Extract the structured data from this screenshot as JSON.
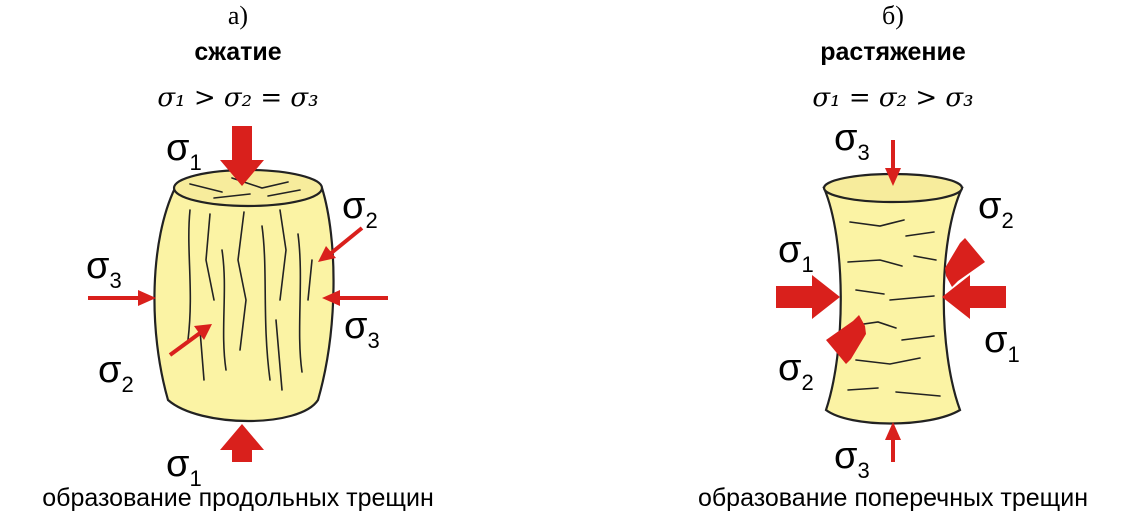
{
  "panels": [
    {
      "letter": "а)",
      "title": "сжатие",
      "formula": "σ₁ > σ₂ = σ₃",
      "caption": "образование продольных трещин",
      "labels": {
        "top": {
          "sym": "σ",
          "sub": "1"
        },
        "right_upper": {
          "sym": "σ",
          "sub": "2"
        },
        "left": {
          "sym": "σ",
          "sub": "3"
        },
        "right_lower": {
          "sym": "σ",
          "sub": "3"
        },
        "left_lower": {
          "sym": "σ",
          "sub": "2"
        },
        "bottom": {
          "sym": "σ",
          "sub": "1"
        }
      }
    },
    {
      "letter": "б)",
      "title": "растяжение",
      "formula": "σ₁ = σ₂ > σ₃",
      "caption": "образование поперечных трещин",
      "labels": {
        "top": {
          "sym": "σ",
          "sub": "3"
        },
        "right_upper": {
          "sym": "σ",
          "sub": "2"
        },
        "left": {
          "sym": "σ",
          "sub": "1"
        },
        "right_lower": {
          "sym": "σ",
          "sub": "1"
        },
        "left_lower": {
          "sym": "σ",
          "sub": "2"
        },
        "bottom": {
          "sym": "σ",
          "sub": "3"
        }
      }
    }
  ],
  "colors": {
    "arrow": "#d9201c",
    "sample_fill": "#fbf3a4",
    "sample_outline": "#222222"
  }
}
